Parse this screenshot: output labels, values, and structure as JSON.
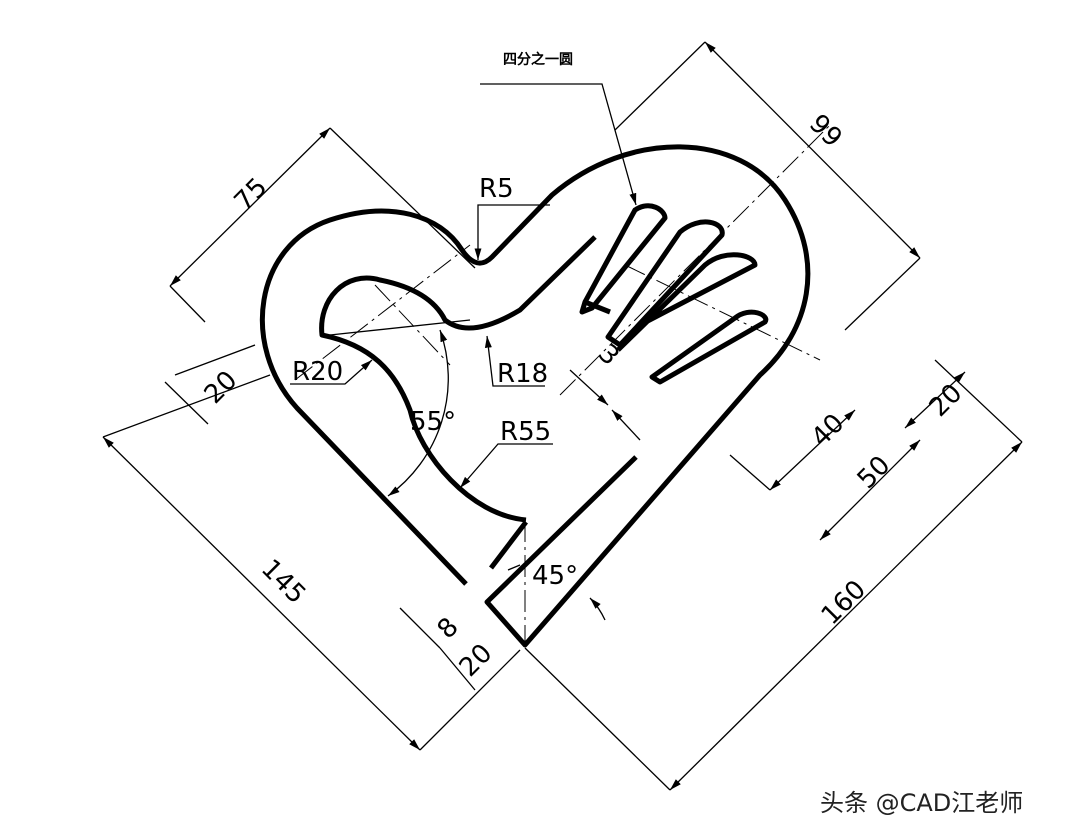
{
  "annotation": {
    "quarter_circle_note": "四分之一圆"
  },
  "radius_labels": {
    "r5": "R5",
    "r18": "R18",
    "r20": "R20",
    "r55": "R55"
  },
  "linear_dimensions": {
    "d75": "75",
    "d99": "99",
    "d20_left": "20",
    "d20_right": "20",
    "d20_bottom": "20",
    "d3": "3",
    "d40": "40",
    "d50": "50",
    "d8": "8",
    "d145": "145",
    "d160": "160"
  },
  "angle_dimensions": {
    "a55": "55°",
    "a45": "45°"
  },
  "watermark": "头条 @CAD江老师"
}
